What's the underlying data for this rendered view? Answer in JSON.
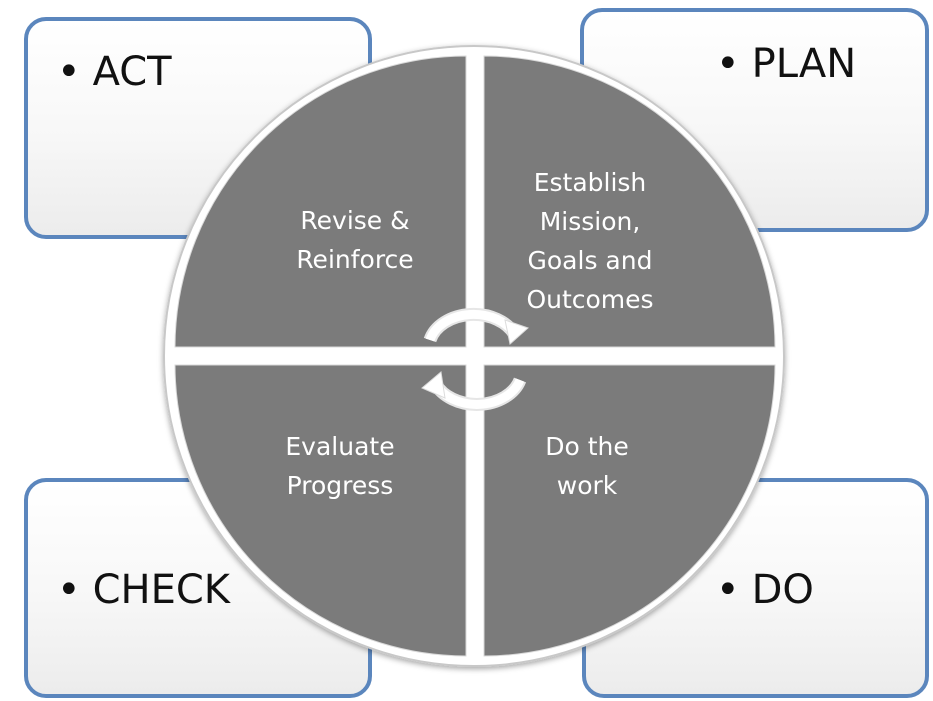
{
  "corners": {
    "act": {
      "bullet": "•",
      "label": "ACT"
    },
    "plan": {
      "bullet": "•",
      "label": "PLAN"
    },
    "check": {
      "bullet": "•",
      "label": "CHECK"
    },
    "do": {
      "bullet": "•",
      "label": "DO"
    }
  },
  "quadrants": {
    "top_left": {
      "lines": [
        "Revise &",
        "Reinforce"
      ]
    },
    "top_right": {
      "lines": [
        "Establish",
        "Mission,",
        "Goals and",
        "Outcomes"
      ]
    },
    "bottom_left": {
      "lines": [
        "Evaluate",
        "Progress"
      ]
    },
    "bottom_right": {
      "lines": [
        "Do the",
        "work"
      ]
    }
  },
  "colors": {
    "box_border": "#5b86bd",
    "quadrant_fill": "#7b7b7b",
    "quadrant_text": "#ffffff"
  },
  "center_icon": "cycle-arrows-icon"
}
